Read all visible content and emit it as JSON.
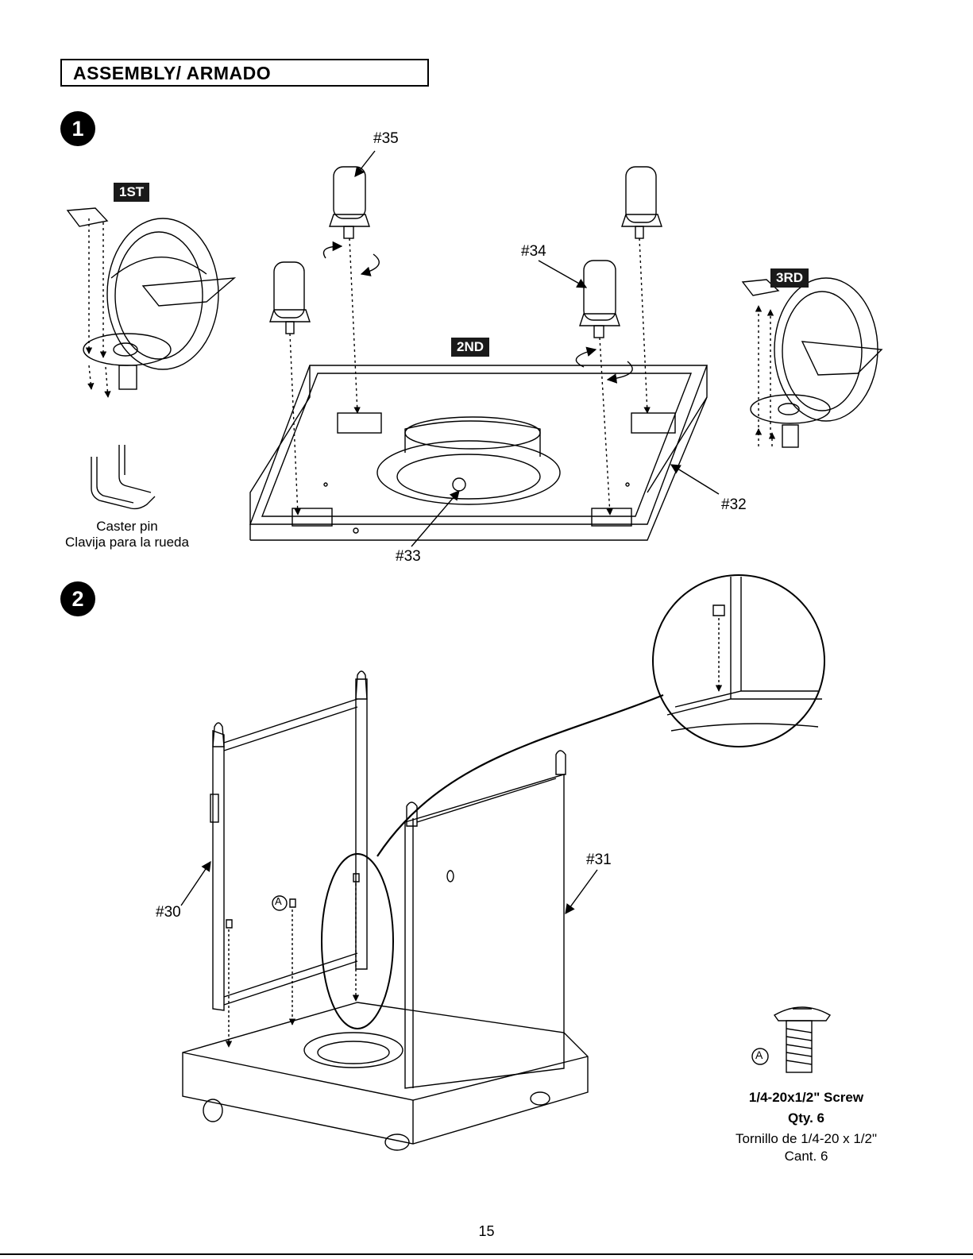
{
  "header": {
    "title": "ASSEMBLY/ ARMADO"
  },
  "steps": [
    {
      "number": "1"
    },
    {
      "number": "2"
    }
  ],
  "step1": {
    "tags": {
      "first": "1ST",
      "second": "2ND",
      "third": "3RD"
    },
    "callouts": {
      "p35": "#35",
      "p34": "#34",
      "p32": "#32",
      "p33": "#33"
    },
    "caster_pin": {
      "label_en": "Caster pin",
      "label_es": "Clavija para la rueda"
    }
  },
  "step2": {
    "callouts": {
      "p30": "#30",
      "p31": "#31",
      "a_marker": "A"
    },
    "screw": {
      "marker": "A",
      "label_en": "1/4-20x1/2\" Screw",
      "qty_en": "Qty. 6",
      "label_es": "Tornillo de 1/4-20 x 1/2\"",
      "qty_es": "Cant. 6"
    }
  },
  "footer": {
    "page_number": "15"
  }
}
